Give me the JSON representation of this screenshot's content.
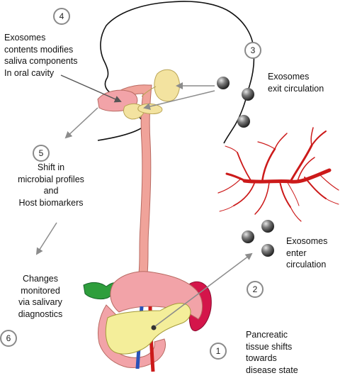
{
  "steps": {
    "s1": {
      "number": "1",
      "text": [
        "Pancreatic",
        "tissue shifts",
        "towards",
        "disease state"
      ]
    },
    "s2": {
      "number": "2",
      "text": [
        "Exosomes",
        "enter",
        "circulation"
      ]
    },
    "s3": {
      "number": "3",
      "text": [
        "Exosomes",
        "exit circulation"
      ]
    },
    "s4": {
      "number": "4",
      "text": [
        "Exosomes",
        "contents modifies",
        "saliva components",
        "In oral cavity"
      ]
    },
    "s5": {
      "number": "5",
      "text": [
        "Shift in",
        "microbial profiles",
        "and",
        "Host biomarkers"
      ]
    },
    "s6": {
      "number": "6",
      "text": [
        "Changes",
        "monitored",
        "via salivary",
        "diagnostics"
      ]
    }
  },
  "colors": {
    "outline": "#111111",
    "arrow": "#8c8c8c",
    "esophagus": "#f0a39a",
    "salivary_gland": "#f3e3a0",
    "blood_vessel": "#cc1a1a",
    "stomach": "#f2a3a8",
    "pancreas": "#f4ee9a",
    "spleen": "#d4154a",
    "gallbladder": "#2e9e3c",
    "exosome": "#555555"
  },
  "icons": [
    "exosome-sphere",
    "head-profile",
    "digestive-organs",
    "blood-vessel-network"
  ]
}
